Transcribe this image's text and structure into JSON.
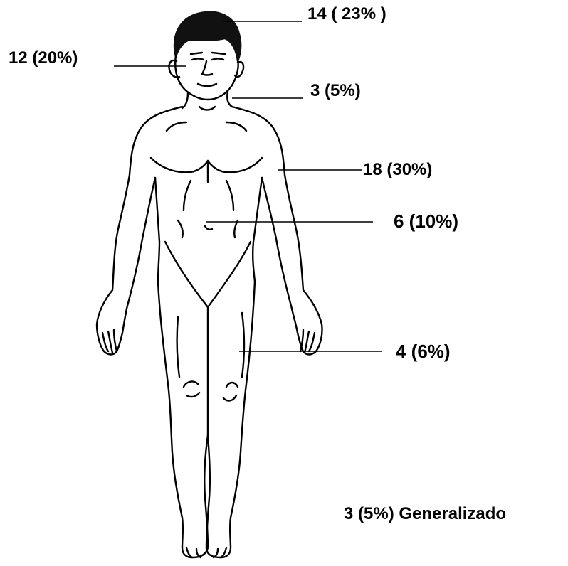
{
  "regions": [
    {
      "id": "head",
      "label": "14  ( 23% )"
    },
    {
      "id": "face",
      "label": "12  (20%)"
    },
    {
      "id": "neck",
      "label": "3  (5%)"
    },
    {
      "id": "arm",
      "label": "18 (30%)"
    },
    {
      "id": "trunk",
      "label": "6  (10%)"
    },
    {
      "id": "legs",
      "label": "4   (6%)"
    }
  ],
  "generalized": {
    "label": "3 (5%)  Generalizado"
  },
  "colors": {
    "line": "#000000",
    "background": "#ffffff"
  }
}
